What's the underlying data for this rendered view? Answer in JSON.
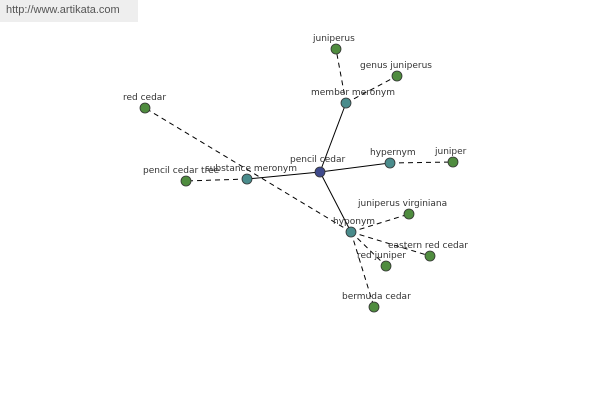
{
  "site": {
    "url": "http://www.artikata.com"
  },
  "colors": {
    "center": "#3f4a8c",
    "relation": "#4a8c8c",
    "leaf": "#4f8c3f"
  },
  "graph": {
    "nodes": [
      {
        "id": "pencil-cedar",
        "label": "pencil cedar",
        "kind": "center"
      },
      {
        "id": "member-meronym",
        "label": "member meronym",
        "kind": "relation"
      },
      {
        "id": "hypernym",
        "label": "hypernym",
        "kind": "relation"
      },
      {
        "id": "substance-meronym",
        "label": "substance meronym",
        "kind": "relation"
      },
      {
        "id": "hyponym",
        "label": "hyponym",
        "kind": "relation"
      },
      {
        "id": "juniperus",
        "label": "juniperus",
        "kind": "leaf"
      },
      {
        "id": "genus-juniperus",
        "label": "genus juniperus",
        "kind": "leaf"
      },
      {
        "id": "juniper",
        "label": "juniper",
        "kind": "leaf"
      },
      {
        "id": "red-cedar",
        "label": "red cedar",
        "kind": "leaf"
      },
      {
        "id": "pencil-cedar-tree",
        "label": "pencil cedar tree",
        "kind": "leaf"
      },
      {
        "id": "juniperus-virginiana",
        "label": "juniperus virginiana",
        "kind": "leaf"
      },
      {
        "id": "eastern-red-cedar",
        "label": "eastern red cedar",
        "kind": "leaf"
      },
      {
        "id": "red-juniper",
        "label": "red juniper",
        "kind": "leaf"
      },
      {
        "id": "bermuda-cedar",
        "label": "bermuda cedar",
        "kind": "leaf"
      }
    ],
    "edges": [
      {
        "from": "pencil-cedar",
        "to": "member-meronym",
        "style": "solid"
      },
      {
        "from": "pencil-cedar",
        "to": "hypernym",
        "style": "solid"
      },
      {
        "from": "pencil-cedar",
        "to": "substance-meronym",
        "style": "solid"
      },
      {
        "from": "pencil-cedar",
        "to": "hyponym",
        "style": "solid"
      },
      {
        "from": "member-meronym",
        "to": "juniperus",
        "style": "dashed"
      },
      {
        "from": "member-meronym",
        "to": "genus-juniperus",
        "style": "dashed"
      },
      {
        "from": "hypernym",
        "to": "juniper",
        "style": "dashed"
      },
      {
        "from": "substance-meronym",
        "to": "pencil-cedar-tree",
        "style": "dashed"
      },
      {
        "from": "hyponym",
        "to": "red-cedar",
        "style": "dashed"
      },
      {
        "from": "hyponym",
        "to": "juniperus-virginiana",
        "style": "dashed"
      },
      {
        "from": "hyponym",
        "to": "eastern-red-cedar",
        "style": "dashed"
      },
      {
        "from": "hyponym",
        "to": "red-juniper",
        "style": "dashed"
      },
      {
        "from": "hyponym",
        "to": "bermuda-cedar",
        "style": "dashed"
      }
    ]
  }
}
